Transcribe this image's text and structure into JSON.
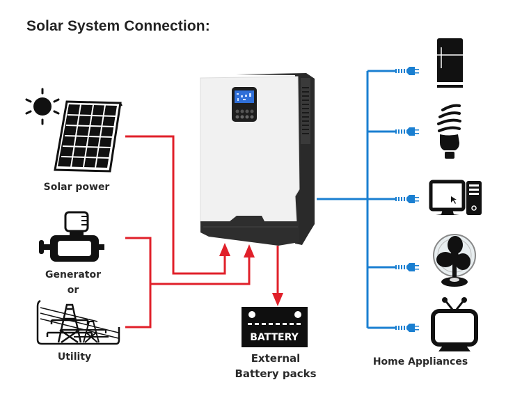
{
  "title": "Solar System Connection:",
  "sources": {
    "solar": {
      "label": "Solar power",
      "icon": "solar-panel-icon"
    },
    "generator": {
      "label": "Generator",
      "icon": "generator-icon"
    },
    "or_text": "or",
    "utility": {
      "label": "Utility",
      "icon": "power-tower-icon"
    }
  },
  "inverter": {
    "icon": "hybrid-inverter-icon"
  },
  "battery": {
    "badge_text": "BATTERY",
    "label_line1": "External",
    "label_line2": "Battery packs",
    "icon": "battery-icon"
  },
  "appliances": {
    "label": "Home Appliances",
    "items": [
      {
        "name": "refrigerator",
        "icon": "refrigerator-icon"
      },
      {
        "name": "light-bulb",
        "icon": "cfl-bulb-icon"
      },
      {
        "name": "computer",
        "icon": "desktop-computer-icon"
      },
      {
        "name": "fan",
        "icon": "desk-fan-icon"
      },
      {
        "name": "television",
        "icon": "tv-icon"
      }
    ]
  },
  "colors": {
    "input_wire": "#e0202a",
    "output_wire": "#1a7fd1",
    "icon": "#111111",
    "text": "#2a2a2a"
  }
}
